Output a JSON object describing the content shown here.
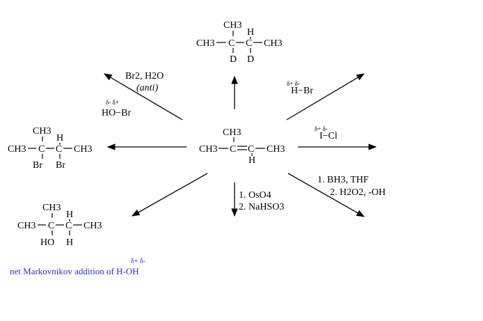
{
  "center_molecule": {
    "top_substituent": "CH3",
    "chain_left": "CH3",
    "carbon_a": "C",
    "carbon_b": "C",
    "chain_right": "CH3",
    "h_label": "H"
  },
  "products": {
    "top": {
      "ch3_top": "CH3",
      "h_top": "H",
      "chain_left": "CH3",
      "carbon_a": "C",
      "carbon_b": "C",
      "chain_right": "CH3",
      "d_left": "D",
      "d_right": "D"
    },
    "left": {
      "ch3_top": "CH3",
      "h_top": "H",
      "chain_left": "CH3",
      "carbon_a": "C",
      "carbon_b": "C",
      "chain_right": "CH3",
      "br_left": "Br",
      "br_right": "Br"
    },
    "bottom_left": {
      "ch3_top": "CH3",
      "h_top": "H",
      "chain_left": "CH3",
      "carbon_a": "C",
      "carbon_b": "C",
      "chain_right": "CH3",
      "ho": "HO",
      "h_bottom": "H"
    }
  },
  "reagents": {
    "upper_left_line1": "Br2, H2O",
    "upper_left_line2": "(anti)",
    "upper_left_alt": "HO−Br",
    "upper_left_alt_charges": "δ- δ+",
    "upper_right": "H−Br",
    "upper_right_charges": "δ+ δ-",
    "right": "I−Cl",
    "right_charges": "δ+ δ-",
    "lower_right_step1": "1. BH3, THF",
    "lower_right_step2": "2. H2O2, -OH",
    "down_step1": "1. OsO4",
    "down_step2": "2. NaHSO3"
  },
  "note": {
    "charges": "δ+ δ-",
    "text": "net Markovnikov addition of H-OH"
  },
  "colors": {
    "note_text": "#2b2bd6",
    "ink": "#000000"
  }
}
